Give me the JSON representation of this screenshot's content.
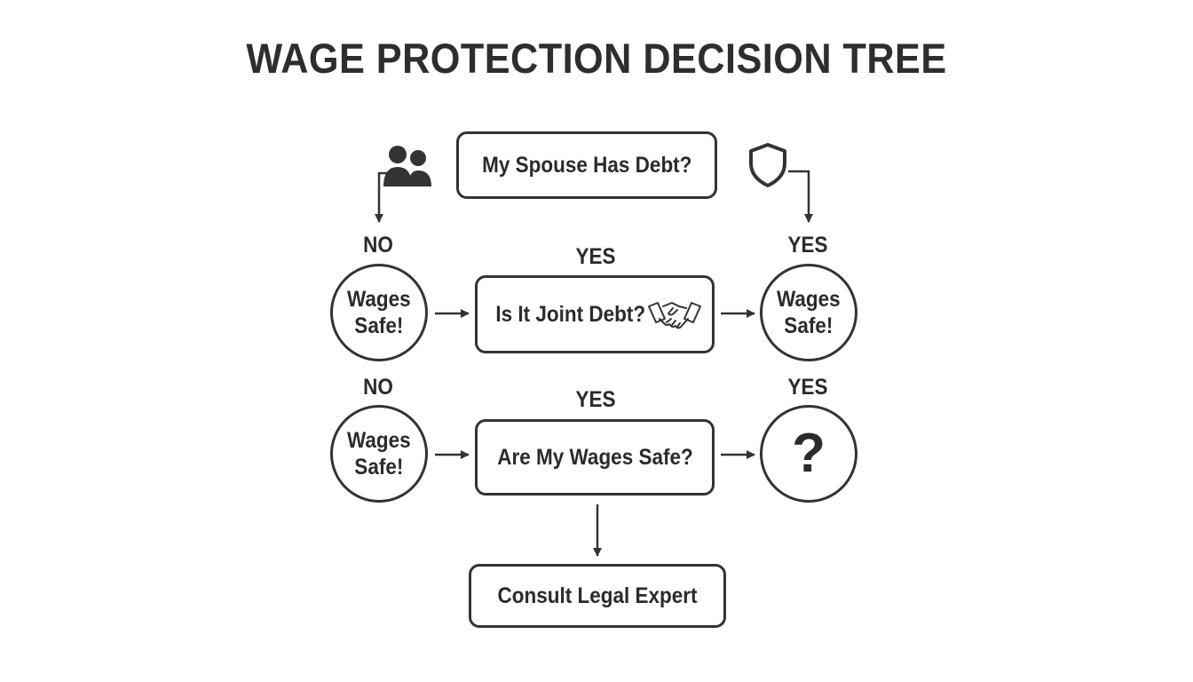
{
  "title": "WAGE PROTECTION DECISION TREE",
  "nodes": {
    "start": "My Spouse Has Debt?",
    "joint_debt": "Is It Joint Debt?",
    "wages_safe_question": "Are My Wages Safe?",
    "consult": "Consult Legal Expert",
    "row1_left": {
      "line1": "Wages",
      "line2": "Safe!"
    },
    "row1_right": {
      "line1": "Wages",
      "line2": "Safe!"
    },
    "row2_left": {
      "line1": "Wages",
      "line2": "Safe!"
    },
    "row2_right": "?"
  },
  "labels": {
    "row1_left": "NO",
    "row1_center": "YES",
    "row1_right": "YES",
    "row2_left": "NO",
    "row2_center": "YES",
    "row2_right": "YES"
  },
  "icons": {
    "top_left": "people-icon",
    "top_right": "shield-icon",
    "joint": "handshake-icon"
  },
  "colors": {
    "stroke": "#333333",
    "text": "#2b2b2b",
    "background": "#ffffff"
  }
}
